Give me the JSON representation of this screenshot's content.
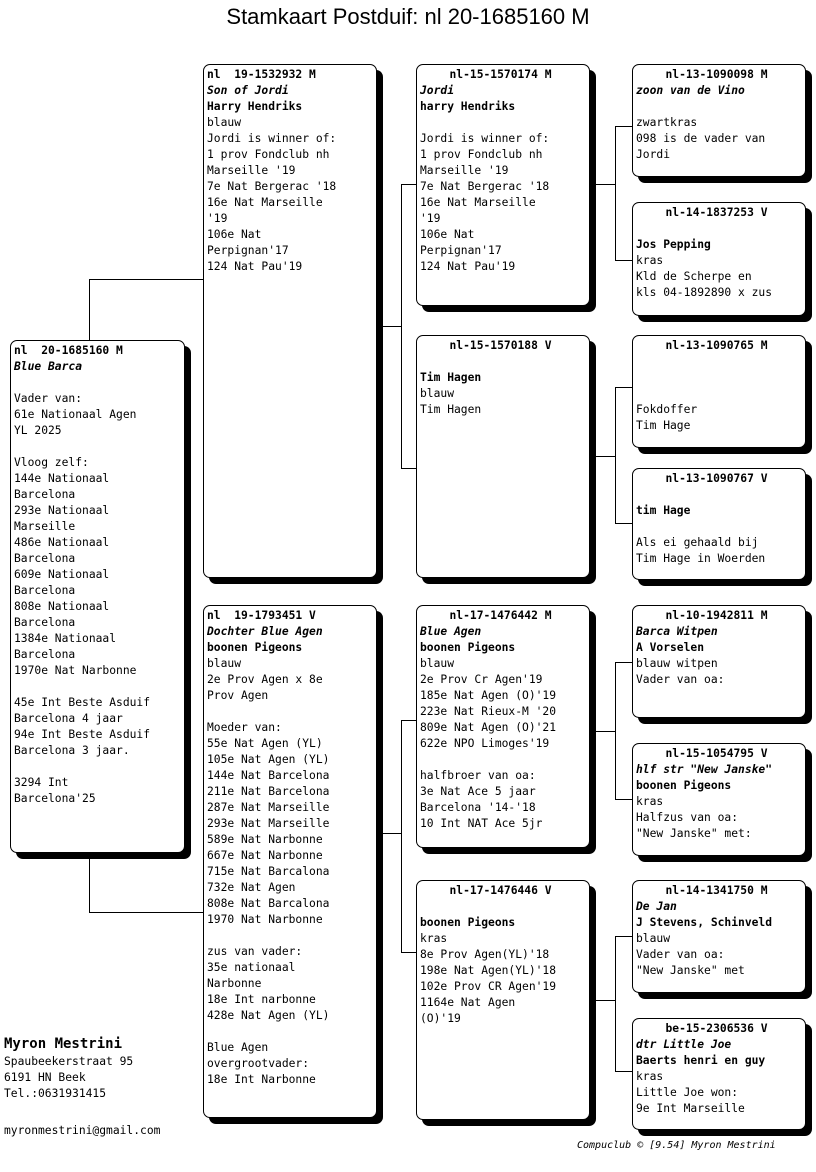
{
  "title": "Stamkaart Postduif: nl  20-1685160 M",
  "owner": {
    "name": "Myron Mestrini",
    "street": "Spaubeekerstraat 95",
    "city": "6191 HN  Beek",
    "phone": "Tel.:0631931415",
    "email": "myronmestrini@gmail.com"
  },
  "footer": "Compuclub © [9.54]  Myron Mestrini",
  "cards": {
    "c0": [
      "nl  20-1685160 M",
      "Blue Barca",
      "",
      "Vader van:",
      "61e Nationaal Agen",
      "YL 2025",
      "",
      "Vloog zelf:",
      "144e Nationaal",
      "Barcelona",
      "293e Nationaal",
      "Marseille",
      "486e Nationaal",
      "Barcelona",
      "609e Nationaal",
      "Barcelona",
      "808e Nationaal",
      "Barcelona",
      "1384e Nationaal",
      "Barcelona",
      "1970e Nat Narbonne",
      "",
      "45e Int Beste Asduif",
      "Barcelona 4 jaar",
      "94e Int Beste Asduif",
      "Barcelona 3 jaar.",
      "",
      "3294 Int",
      "Barcelona'25"
    ],
    "c1": [
      "nl  19-1532932 M",
      "Son of Jordi",
      "Harry Hendriks",
      "blauw",
      "Jordi is winner of:",
      "1 prov Fondclub nh",
      "Marseille '19",
      "7e Nat Bergerac '18",
      "16e Nat Marseille",
      "'19",
      "106e Nat",
      "Perpignan'17",
      "124 Nat Pau'19"
    ],
    "c2": [
      "nl  19-1793451 V",
      "Dochter Blue Agen",
      "boonen Pigeons",
      "blauw",
      "2e Prov Agen x 8e",
      "Prov Agen",
      "",
      "Moeder van:",
      "55e Nat Agen (YL)",
      "105e Nat Agen (YL)",
      "144e Nat Barcelona",
      "211e Nat Barcelona",
      "287e Nat Marseille",
      "293e Nat Marseille",
      "589e Nat Narbonne",
      "667e Nat Narbonne",
      "715e Nat Barcalona",
      "732e Nat Agen",
      "808e Nat Barcalona",
      "1970 Nat Narbonne",
      "",
      "zus van vader:",
      "35e nationaal",
      "Narbonne",
      "18e Int narbonne",
      "428e Nat Agen (YL)",
      "",
      "Blue Agen",
      "overgrootvader:",
      "18e Int Narbonne"
    ],
    "c3": [
      "nl-15-1570174 M",
      "Jordi",
      "harry Hendriks",
      "",
      "Jordi is winner of:",
      "1 prov Fondclub nh",
      "Marseille '19",
      "7e Nat Bergerac '18",
      "16e Nat Marseille",
      "'19",
      "106e Nat",
      "Perpignan'17",
      "124 Nat Pau'19"
    ],
    "c4": [
      "nl-15-1570188 V",
      "",
      "Tim Hagen",
      "blauw",
      "Tim Hagen"
    ],
    "c5": [
      "nl-17-1476442 M",
      "Blue Agen",
      "boonen Pigeons",
      "blauw",
      "2e Prov Cr Agen'19",
      "185e Nat Agen (O)'19",
      "223e Nat Rieux-M '20",
      "809e Nat Agen (O)'21",
      "622e NPO Limoges'19",
      "",
      "halfbroer van oa:",
      "3e Nat Ace 5 jaar",
      "Barcelona '14-'18",
      "10 Int NAT Ace 5jr"
    ],
    "c6": [
      "nl-17-1476446 V",
      "",
      "boonen Pigeons",
      "kras",
      "8e Prov Agen(YL)'18",
      "198e Nat Agen(YL)'18",
      "102e Prov CR Agen'19",
      "1164e Nat Agen",
      "(O)'19"
    ],
    "c7": [
      "nl-13-1090098 M",
      "zoon van de Vino",
      "",
      "zwartkras",
      "098 is de vader van",
      "Jordi"
    ],
    "c8": [
      "nl-14-1837253 V",
      "",
      "Jos Pepping",
      "kras",
      "Kld de Scherpe en",
      "kls 04-1892890 x zus"
    ],
    "c9": [
      "nl-13-1090765 M",
      "",
      "",
      "",
      "Fokdoffer",
      "Tim Hage"
    ],
    "c10": [
      "nl-13-1090767 V",
      "",
      "tim Hage",
      "",
      "Als ei gehaald bij",
      "Tim Hage in Woerden"
    ],
    "c11": [
      "nl-10-1942811 M",
      "Barca Witpen",
      "A Vorselen",
      "blauw witpen",
      "Vader van oa:"
    ],
    "c12": [
      "nl-15-1054795 V",
      "hlf str \"New Janske\"",
      "boonen Pigeons",
      "kras",
      "Halfzus van oa:",
      "\"New Janske\" met:"
    ],
    "c13": [
      "nl-14-1341750 M",
      "De Jan",
      "J Stevens, Schinveld",
      "blauw",
      "Vader van oa:",
      "\"New Janske\" met"
    ],
    "c14": [
      "be-15-2306536 V",
      "dtr Little Joe",
      "Baerts henri en guy",
      "kras",
      "Little Joe won:",
      "9e Int Marseille"
    ]
  }
}
